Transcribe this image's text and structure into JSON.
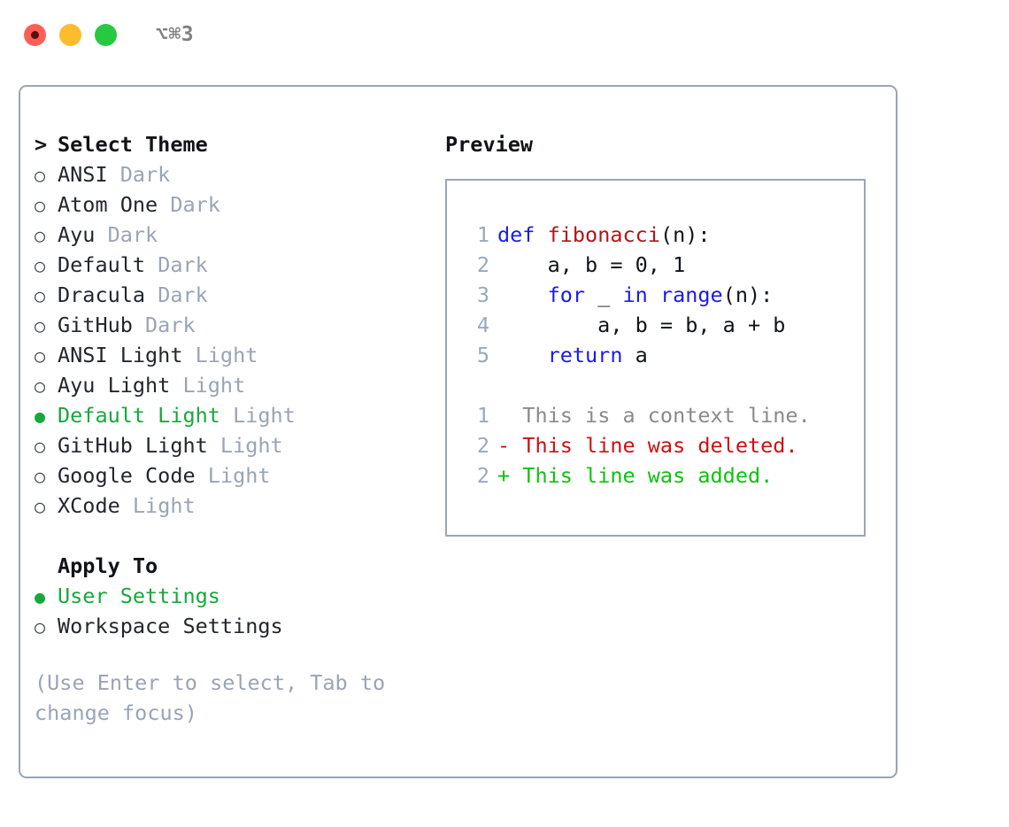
{
  "titlebar": {
    "shortcut": "⌥⌘3",
    "buttons": [
      {
        "name": "close",
        "color": "#fd5f57"
      },
      {
        "name": "minimize",
        "color": "#fdbc2e"
      },
      {
        "name": "maximize",
        "color": "#28c840"
      }
    ]
  },
  "theme_list": {
    "heading": "Select Theme",
    "heading_marker": ">",
    "items": [
      {
        "marker": "○",
        "label": "ANSI",
        "suffix": "Dark",
        "selected": false
      },
      {
        "marker": "○",
        "label": "Atom One",
        "suffix": "Dark",
        "selected": false
      },
      {
        "marker": "○",
        "label": "Ayu",
        "suffix": "Dark",
        "selected": false
      },
      {
        "marker": "○",
        "label": "Default",
        "suffix": "Dark",
        "selected": false
      },
      {
        "marker": "○",
        "label": "Dracula",
        "suffix": "Dark",
        "selected": false
      },
      {
        "marker": "○",
        "label": "GitHub",
        "suffix": "Dark",
        "selected": false
      },
      {
        "marker": "○",
        "label": "ANSI Light",
        "suffix": "Light",
        "selected": false
      },
      {
        "marker": "○",
        "label": "Ayu Light",
        "suffix": "Light",
        "selected": false
      },
      {
        "marker": "●",
        "label": "Default Light",
        "suffix": "Light",
        "selected": true
      },
      {
        "marker": "○",
        "label": "GitHub Light",
        "suffix": "Light",
        "selected": false
      },
      {
        "marker": "○",
        "label": "Google Code",
        "suffix": "Light",
        "selected": false
      },
      {
        "marker": "○",
        "label": "XCode",
        "suffix": "Light",
        "selected": false
      }
    ]
  },
  "apply_to": {
    "heading": "Apply To",
    "items": [
      {
        "marker": "●",
        "label": "User Settings",
        "selected": true
      },
      {
        "marker": "○",
        "label": "Workspace Settings",
        "selected": false
      }
    ]
  },
  "hint": {
    "line1": "(Use Enter to select, Tab to",
    "line2": "change focus)"
  },
  "preview": {
    "title": "Preview",
    "code_lines": [
      {
        "no": "1",
        "tokens": [
          {
            "t": "def",
            "c": "kw"
          },
          {
            "t": " ",
            "c": "plain"
          },
          {
            "t": "fibonacci",
            "c": "fn"
          },
          {
            "t": "(n):",
            "c": "plain"
          }
        ]
      },
      {
        "no": "2",
        "tokens": [
          {
            "t": "    a, b = 0, 1",
            "c": "plain"
          }
        ]
      },
      {
        "no": "3",
        "tokens": [
          {
            "t": "    ",
            "c": "plain"
          },
          {
            "t": "for",
            "c": "kw"
          },
          {
            "t": " _ ",
            "c": "plain"
          },
          {
            "t": "in",
            "c": "kw"
          },
          {
            "t": " ",
            "c": "plain"
          },
          {
            "t": "range",
            "c": "kw"
          },
          {
            "t": "(n):",
            "c": "plain"
          }
        ]
      },
      {
        "no": "4",
        "tokens": [
          {
            "t": "        a, b = b, a + b",
            "c": "plain"
          }
        ]
      },
      {
        "no": "5",
        "tokens": [
          {
            "t": "    ",
            "c": "plain"
          },
          {
            "t": "return",
            "c": "kw"
          },
          {
            "t": " a",
            "c": "plain"
          }
        ]
      }
    ],
    "diff_lines": [
      {
        "no": "1",
        "sign": " ",
        "text": " This is a context line.",
        "kind": "ctx"
      },
      {
        "no": "2",
        "sign": "-",
        "text": " This line was deleted.",
        "kind": "del"
      },
      {
        "no": "2",
        "sign": "+",
        "text": " This line was added.",
        "kind": "add"
      }
    ]
  },
  "colors": {
    "accent_green": "#16a93a",
    "muted": "#9aa4b5",
    "border": "#9aa5b5",
    "keyword_blue": "#1a1aee",
    "function_red": "#b31414",
    "diff_delete": "#cc1111",
    "diff_add": "#0ec20e",
    "text": "#22262d"
  }
}
